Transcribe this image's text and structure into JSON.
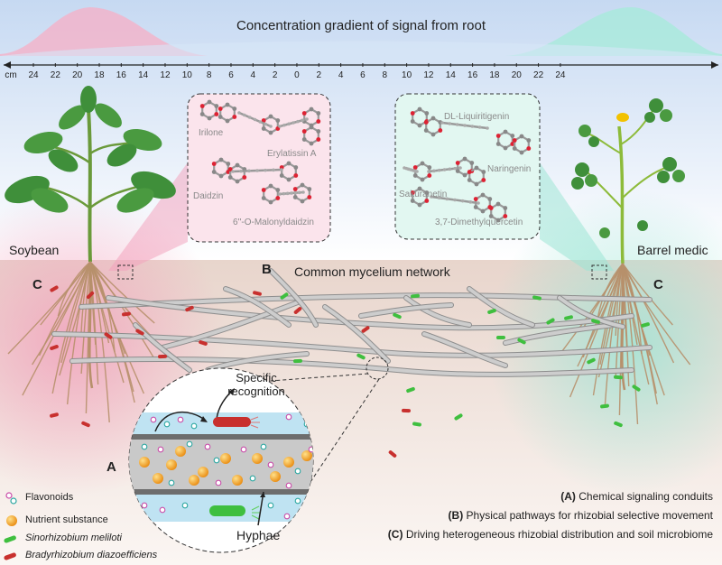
{
  "title": "Concentration gradient of signal from root",
  "axis": {
    "unit": "cm",
    "ticks": [
      "24",
      "22",
      "20",
      "18",
      "16",
      "14",
      "12",
      "10",
      "8",
      "6",
      "4",
      "2",
      "0",
      "2",
      "4",
      "6",
      "8",
      "10",
      "12",
      "14",
      "16",
      "18",
      "20",
      "22",
      "24"
    ]
  },
  "plants": {
    "left": "Soybean",
    "right": "Barrel medic"
  },
  "labels": {
    "c_left": "C",
    "c_right": "C",
    "b": "B",
    "a": "A"
  },
  "network_label": "Common mycelium network",
  "compounds_left": [
    "Irilone",
    "Erylatissin A",
    "Daidzin",
    "6''-O-Malonyldaidzin"
  ],
  "compounds_right": [
    "DL-Liquiritigenin",
    "Naringenin",
    "Sakuranetin",
    "3,7-Dimethylquercetin"
  ],
  "inset": {
    "recognition": "Specific recognition",
    "hyphae": "Hyphae"
  },
  "legend": [
    {
      "text": "Flavonoids",
      "italic": false
    },
    {
      "text": "Nutrient substance",
      "italic": false
    },
    {
      "text": "Sinorhizobium meliloti",
      "italic": true
    },
    {
      "text": "Bradyrhizobium diazoefficiens",
      "italic": true
    }
  ],
  "notes": [
    {
      "key": "(A)",
      "text": "Chemical signaling conduits"
    },
    {
      "key": "(B)",
      "text": "Physical pathways for rhizobial selective movement"
    },
    {
      "key": "(C)",
      "text": "Driving heterogeneous rhizobial distribution and soil microbiome"
    }
  ],
  "colors": {
    "soybean_glow": "#f3a6c0",
    "medic_glow": "#9fe6d6",
    "sky": "#cfe0f5",
    "soil": "#ead6cc",
    "hyphae": "#c4c4c4",
    "sinorhizobium": "#3fbf3f",
    "bradyrhizobium": "#c8302e",
    "nutrient": "#f4a623",
    "flavonoid_pink": "#c84aa8",
    "flavonoid_teal": "#2aa6a0",
    "leaf": "#3f8f3a"
  }
}
